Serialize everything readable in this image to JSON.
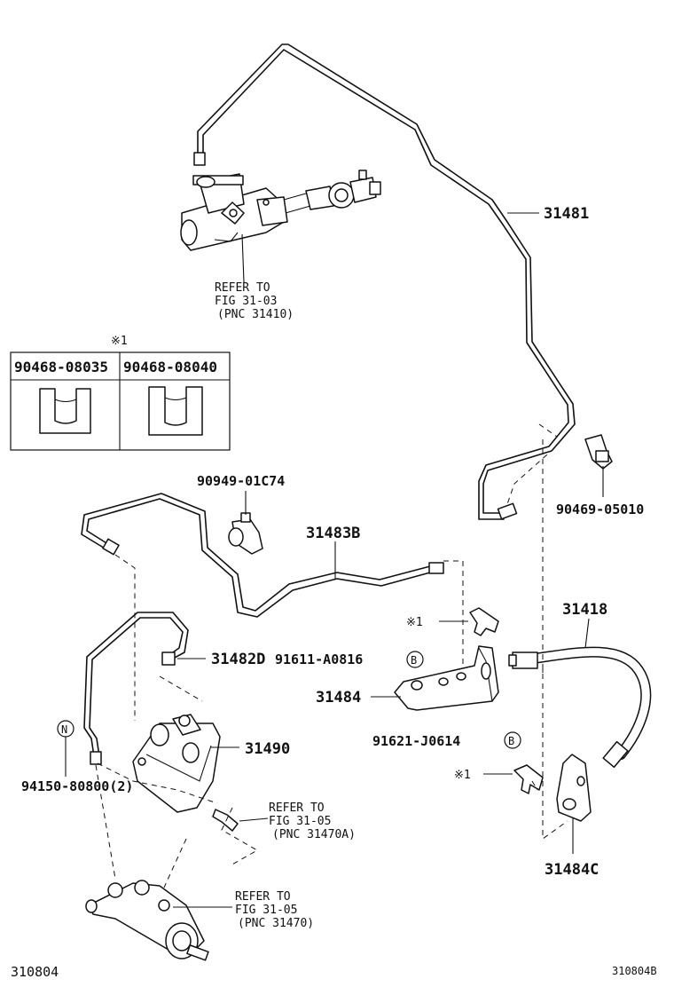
{
  "figure_id": "310804",
  "figure_id_right": "310804B",
  "part_numbers": {
    "p31481": "31481",
    "p31483b": "31483B",
    "p31482d": "31482D",
    "p31484": "31484",
    "p31490": "31490",
    "p31418": "31418",
    "p31484c": "31484C",
    "p90949": "90949-01C74",
    "p90469": "90469-05010",
    "p91611": "91611-A0816",
    "p91621": "91621-J0614",
    "p94150": "94150-80800(2)"
  },
  "clip_table": {
    "note": "※1",
    "col1": "90468-08035",
    "col2": "90468-08040"
  },
  "symbols": {
    "note_mark": "※1",
    "b_mark": "B",
    "n_mark": "N"
  },
  "references": {
    "ref1": {
      "line1": "REFER TO",
      "line2": "FIG 31-03",
      "line3": "(PNC 31410)"
    },
    "ref2": {
      "line1": "REFER TO",
      "line2": "FIG 31-05",
      "line3": "(PNC 31470A)"
    },
    "ref3": {
      "line1": "REFER TO",
      "line2": "FIG 31-05",
      "line3": "(PNC 31470)"
    }
  }
}
